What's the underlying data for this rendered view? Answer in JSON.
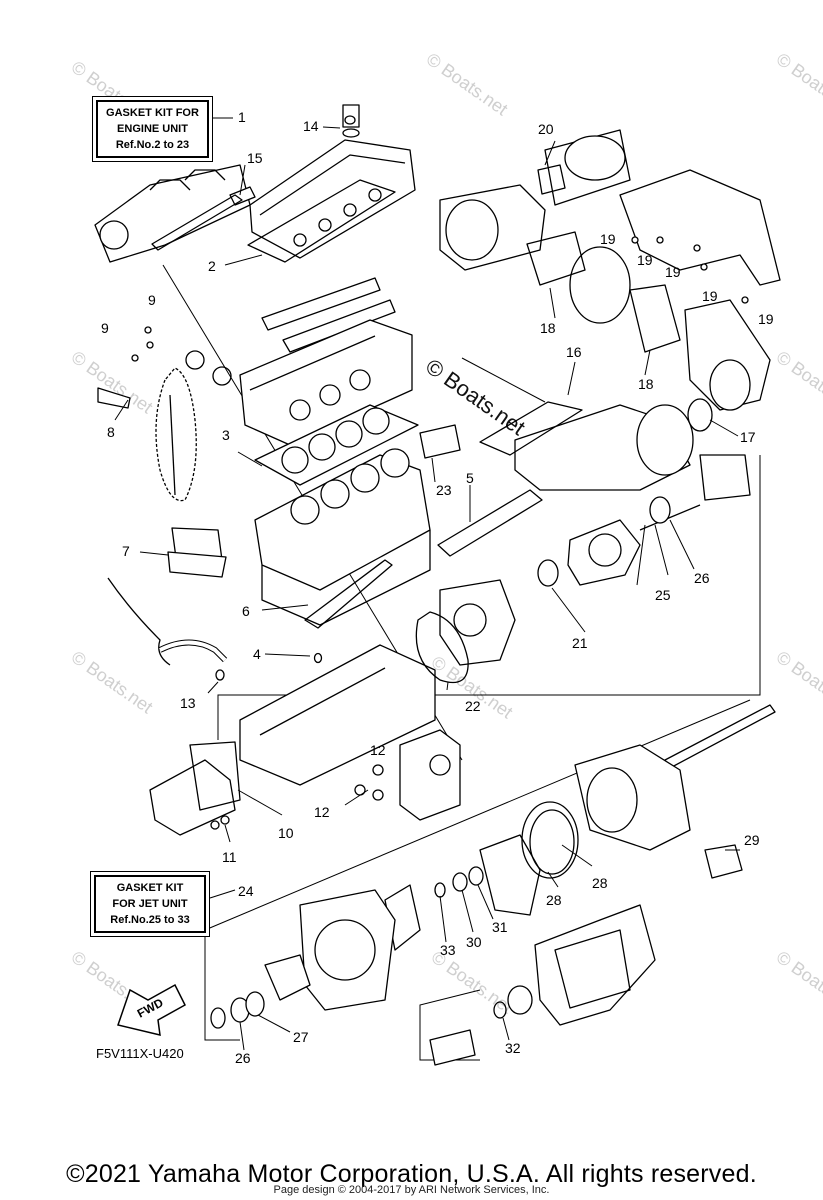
{
  "kit_engine": {
    "line1": "GASKET KIT FOR",
    "line2": "ENGINE UNIT",
    "line3": "Ref.No.2 to 23"
  },
  "kit_jet": {
    "line1": "GASKET KIT",
    "line2": "FOR JET UNIT",
    "line3": "Ref.No.25 to 33"
  },
  "fwd_label": "FWD",
  "figure_code": "F5V111X-U420",
  "watermark": "© Boats.net",
  "copyright": "©2021 Yamaha Motor Corporation, U.S.A. All rights reserved.",
  "page_design": "Page design © 2004-2017 by ARI Network Services, Inc.",
  "callouts": {
    "n1": "1",
    "n2": "2",
    "n3": "3",
    "n4": "4",
    "n5": "5",
    "n6": "6",
    "n7": "7",
    "n8": "8",
    "n9": "9",
    "n10": "10",
    "n11": "11",
    "n12": "12",
    "n13": "13",
    "n14": "14",
    "n15": "15",
    "n16": "16",
    "n17": "17",
    "n18": "18",
    "n19": "19",
    "n20": "20",
    "n21": "21",
    "n22": "22",
    "n23": "23",
    "n24": "24",
    "n25": "25",
    "n26": "26",
    "n27": "27",
    "n28": "28",
    "n29": "29",
    "n30": "30",
    "n31": "31",
    "n32": "32",
    "n33": "33"
  }
}
